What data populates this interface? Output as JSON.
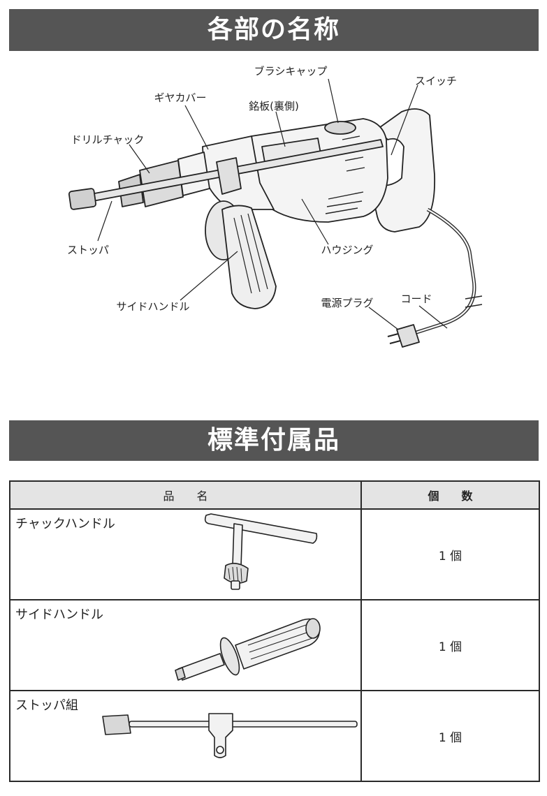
{
  "section_parts": {
    "title": "各部の名称",
    "labels": {
      "brush_cap": "ブラシキャップ",
      "switch": "スイッチ",
      "gear_cover": "ギヤカバー",
      "nameplate": "銘板(裏側)",
      "drill_chuck": "ドリルチャック",
      "stopper": "ストッパ",
      "housing": "ハウジング",
      "side_handle": "サイドハンドル",
      "power_plug": "電源プラグ",
      "cord": "コード"
    }
  },
  "section_accessories": {
    "title": "標準付属品",
    "headers": {
      "name": "品　　名",
      "qty": "個　　数"
    },
    "items": [
      {
        "name": "チャックハンドル",
        "qty": "1 個",
        "icon": "chuck-key-icon"
      },
      {
        "name": "サイドハンドル",
        "qty": "1 個",
        "icon": "side-handle-icon"
      },
      {
        "name": "ストッパ組",
        "qty": "1 個",
        "icon": "stopper-assembly-icon"
      }
    ]
  }
}
